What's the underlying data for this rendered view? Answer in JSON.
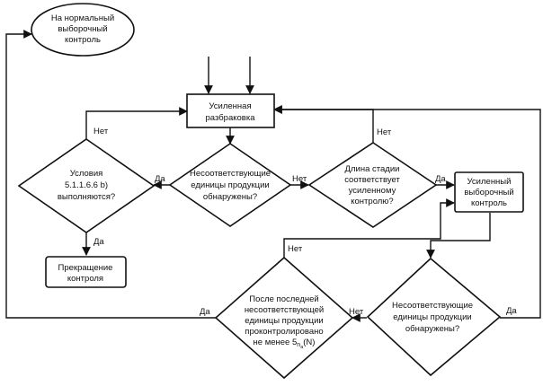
{
  "nodes": {
    "normal": [
      "На нормальный",
      "выборочный",
      "контроль"
    ],
    "tightened_sorting": [
      "Усиленная",
      "разбраковка"
    ],
    "conditions": [
      "Условия",
      "5.1.1.6.6 b)",
      "выполняются?"
    ],
    "nonconf_top": [
      "Несоответствующие",
      "единицы продукции",
      "обнаружены?"
    ],
    "stage_length": [
      "Длина стадии",
      "соответствует",
      "усиленному",
      "контролю?"
    ],
    "tightened_sampling": [
      "Усиленный",
      "выборочный",
      "контроль"
    ],
    "stop": [
      "Прекращение",
      "контроля"
    ],
    "after_last": [
      "После последней",
      "несоответствующей",
      "единицы продукции",
      "проконтролировано"
    ],
    "after_last_formula": {
      "prefix": "не менее 5",
      "sub1": "n",
      "sub2": "a",
      "suffix": "(N)"
    },
    "nonconf_bottom": [
      "Несоответствующие",
      "единицы продукции",
      "обнаружены?"
    ]
  },
  "labels": {
    "yes": "Да",
    "no": "Нет"
  }
}
